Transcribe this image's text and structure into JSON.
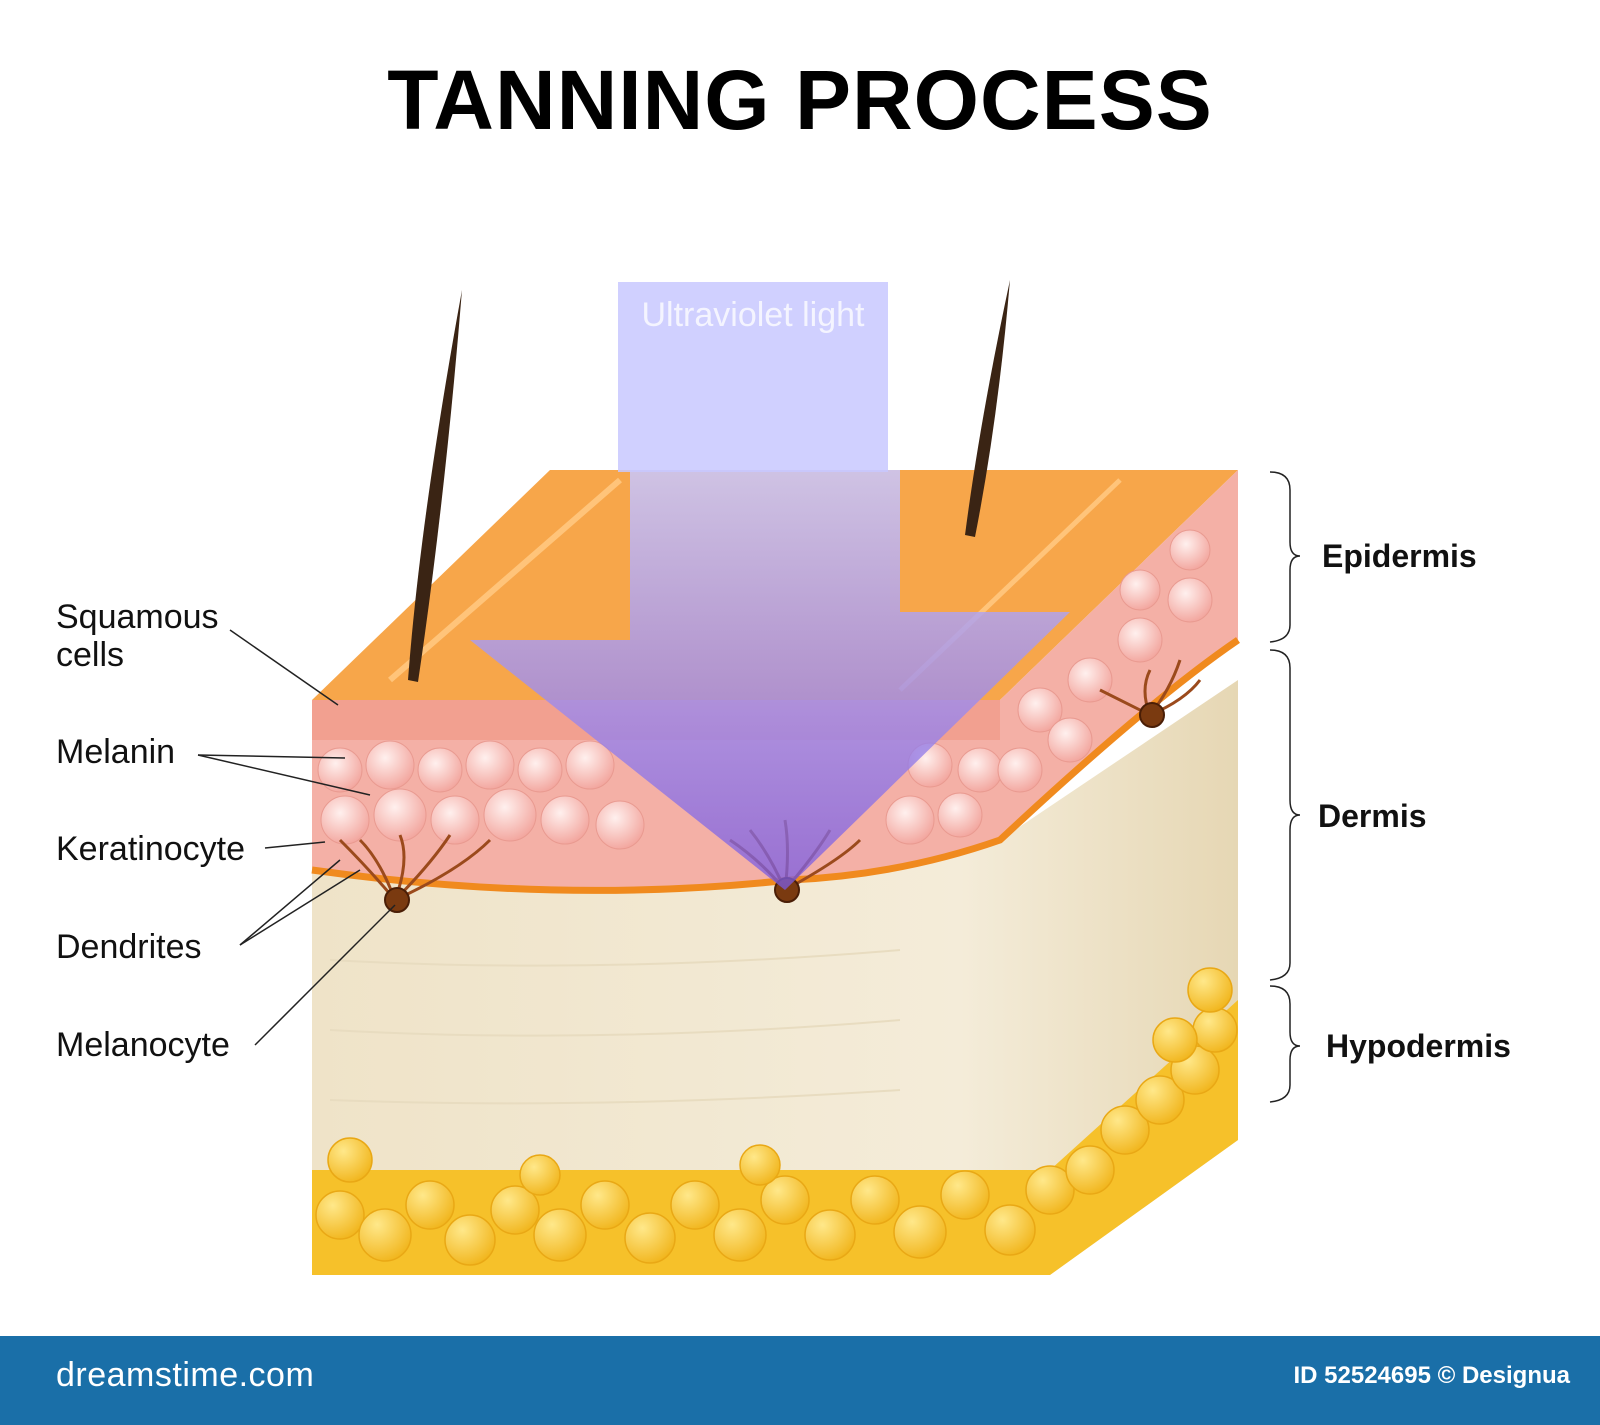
{
  "title": "TANNING PROCESS",
  "uv_label": "Ultraviolet light",
  "left_labels": {
    "squamous": "Squamous cells",
    "melanin": "Melanin",
    "keratinocyte": "Keratinocyte",
    "dendrites": "Dendrites",
    "melanocyte": "Melanocyte"
  },
  "regions": {
    "epidermis": "Epidermis",
    "dermis": "Dermis",
    "hypodermis": "Hypodermis"
  },
  "footer": {
    "logo": "dreamstime.com",
    "id_text": "ID 52524695 © Designua"
  },
  "colors": {
    "skin_top": "#f7a64a",
    "epidermis_pink": "#f4a8a0",
    "dermis": "#f2e8d2",
    "fat": "#f6c12a",
    "uv": "#8e7cf0",
    "footer": "#1a6fa8"
  }
}
